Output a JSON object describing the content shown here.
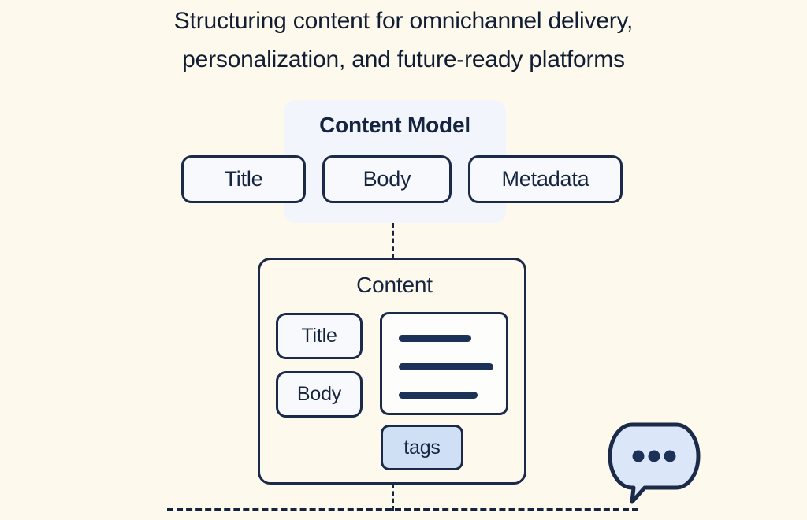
{
  "heading": {
    "line1": "Structuring content for omnichannel delivery,",
    "line2": "personalization, and future-ready platforms"
  },
  "diagram": {
    "type": "flow-diagram",
    "background_color": "#fdf9ec",
    "stroke_color": "#1b2a49",
    "accent_color": "#cfe0f5",
    "content_model": {
      "title": "Content Model",
      "fields": [
        {
          "label": "Title"
        },
        {
          "label": "Body"
        },
        {
          "label": "Metadata"
        }
      ]
    },
    "content": {
      "title": "Content",
      "fields": [
        {
          "label": "Title"
        },
        {
          "label": "Body"
        }
      ],
      "tag_chip": "tags",
      "body_preview_lines": 3
    },
    "connectors": [
      {
        "from": "content-model",
        "to": "content",
        "style": "dashed",
        "orientation": "vertical"
      },
      {
        "from": "content",
        "to": "channels-rail",
        "style": "dashed",
        "orientation": "vertical"
      },
      {
        "id": "channels-rail",
        "style": "dashed",
        "orientation": "horizontal"
      }
    ],
    "speech_bubble": {
      "icon": "speech-bubble-ellipsis-icon",
      "dots": 3,
      "fill": "#dbe7f8"
    }
  }
}
